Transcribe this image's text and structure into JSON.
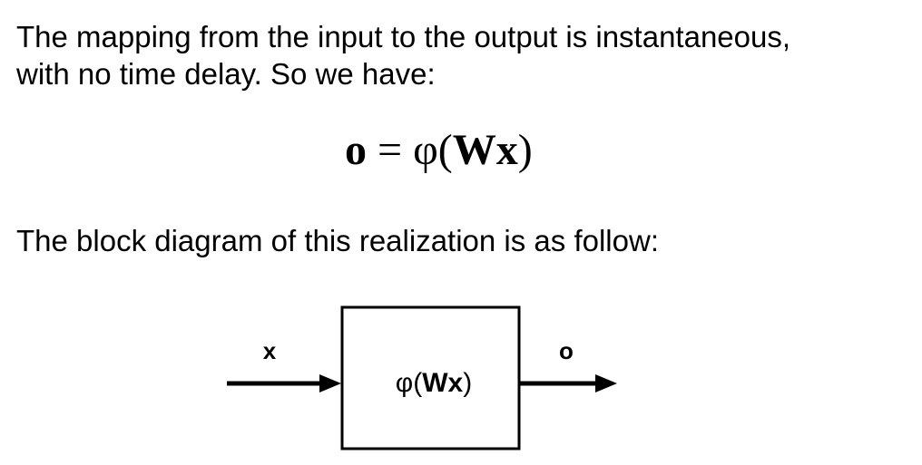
{
  "text": {
    "intro_line1": "The mapping from the input to the output is instantaneous,",
    "intro_line2": "with no time delay. So we have:",
    "block_intro": "The block diagram of this realization is as follow:"
  },
  "equation": {
    "lhs": "o",
    "equals": "=",
    "phi": "φ",
    "open_paren": "(",
    "matrix": "W",
    "vector": "x",
    "close_paren": ")"
  },
  "diagram": {
    "input_label": "x",
    "output_label": "o",
    "block_phi": "φ(",
    "block_wx": "Wx",
    "block_close": ")"
  }
}
